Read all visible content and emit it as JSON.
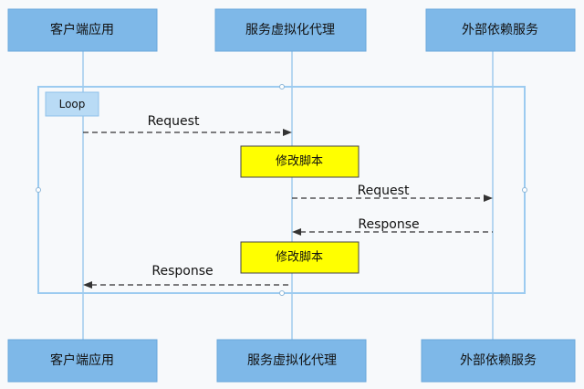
{
  "participants": [
    {
      "id": "client",
      "label": "客户端应用"
    },
    {
      "id": "virtual",
      "label": "服务虚拟化代理"
    },
    {
      "id": "external",
      "label": "外部依赖服务"
    }
  ],
  "loop": {
    "label": "Loop"
  },
  "messages": [
    {
      "from": "client",
      "to": "virtual",
      "label": "Request"
    },
    {
      "from": "virtual",
      "to": "external",
      "label": "Request"
    },
    {
      "from": "external",
      "to": "virtual",
      "label": "Response"
    },
    {
      "from": "virtual",
      "to": "client",
      "label": "Response"
    }
  ],
  "notes": [
    {
      "on": "virtual",
      "label": "修改脚本"
    },
    {
      "on": "virtual",
      "label": "修改脚本"
    }
  ],
  "colors": {
    "participant_fill": "#7eb8e8",
    "lifeline": "#8cc0ea",
    "loop_frame": "#9ccbf0",
    "note_fill": "#ffff00",
    "arrow": "#333333"
  }
}
